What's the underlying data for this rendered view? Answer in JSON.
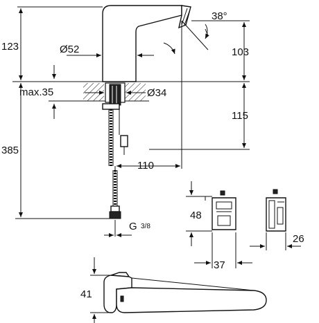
{
  "dimensions": {
    "top_height": "123",
    "spout_height": "103",
    "spout_angle": "38°",
    "base_diameter": "Ø52",
    "deck_thickness": "max.35",
    "hole_diameter": "Ø34",
    "below_deck": "115",
    "total_height": "385",
    "projection": "110",
    "connection_g": "G",
    "connection_fraction": "3/8",
    "box_height": "48",
    "box_width": "37",
    "box_depth": "26",
    "battery_height": "41"
  },
  "colors": {
    "line": "#111111",
    "background": "#ffffff"
  }
}
